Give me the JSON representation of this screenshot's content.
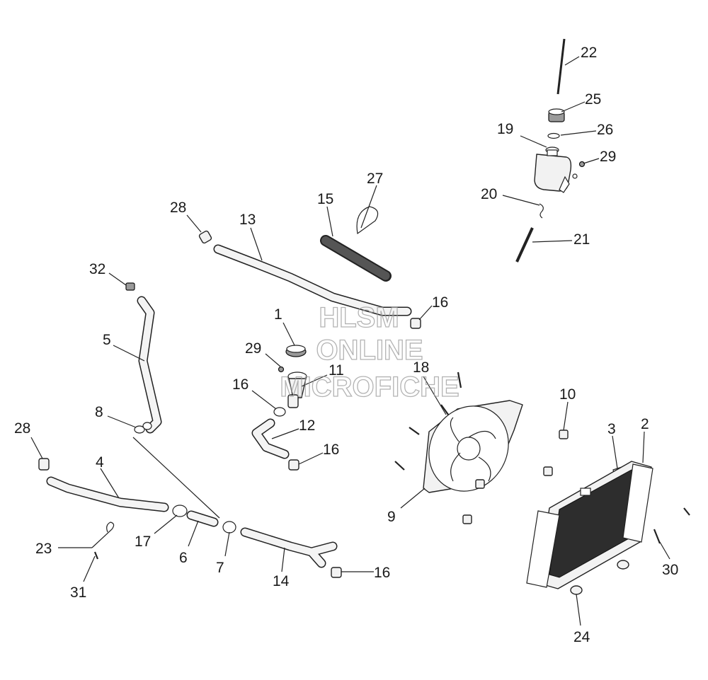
{
  "diagram": {
    "watermark": {
      "line1": "HLSM",
      "line2": "ONLINE",
      "line3": "MICROFICHE"
    },
    "callouts": {
      "c1": "1",
      "c2": "2",
      "c3": "3",
      "c4": "4",
      "c5": "5",
      "c6": "6",
      "c7": "7",
      "c8": "8",
      "c9": "9",
      "c10": "10",
      "c11": "11",
      "c12": "12",
      "c13": "13",
      "c14": "14",
      "c15": "15",
      "c16a": "16",
      "c16b": "16",
      "c16c": "16",
      "c16d": "16",
      "c17": "17",
      "c18": "18",
      "c19": "19",
      "c20": "20",
      "c21": "21",
      "c22": "22",
      "c23": "23",
      "c24": "24",
      "c25": "25",
      "c26": "26",
      "c28a": "28",
      "c28b": "28",
      "c29a": "29",
      "c29b": "29",
      "c30": "30",
      "c31": "31",
      "c32": "32",
      "c27": "27"
    }
  }
}
